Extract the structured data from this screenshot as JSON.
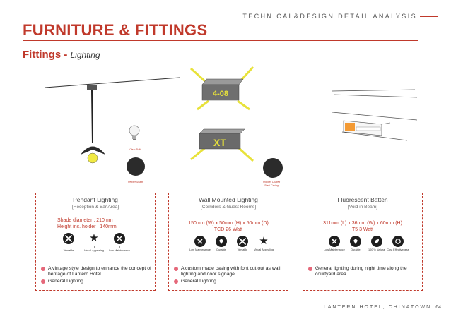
{
  "header": {
    "tag": "TECHNICAL&DESIGN DETAIL ANALYSIS",
    "title": "FURNITURE & FITTINGS"
  },
  "subtitle": {
    "main": "Fittings - ",
    "sub": "Lighting"
  },
  "illustration": {
    "bulb_caption": "Clear Bulb",
    "shade_caption": "Pewter Shade",
    "casing_caption_1": "Powder Coated",
    "casing_caption_2": "Steel Casing",
    "sign_number": "4-08",
    "sign_letters": "XT"
  },
  "cards": [
    {
      "title": "Pendant Lighting",
      "subtitle": "[Reception & Bar Area]",
      "spec1": "Shade diameter : 210mm",
      "spec2": "Height inc. holder : 140mm",
      "icons": [
        {
          "icon": "tools-icon",
          "label": "Versatile"
        },
        {
          "icon": "star-icon",
          "label": "Visual Appealing"
        },
        {
          "icon": "low-maintenance-icon",
          "label": "Low Maintenance"
        }
      ],
      "bullet1": "A vintage style design to enhance the concept of heritage of Lantern Hotel",
      "bullet2": "General Lighting"
    },
    {
      "title": "Wall Mounted Lighting",
      "subtitle": "[Corridors & Guest Rooms]",
      "spec1": "150mm (W) x 50mm (H) x 50mm (D)",
      "spec2": "TCD 26 Watt",
      "icons": [
        {
          "icon": "low-maintenance-icon",
          "label": "Low Maintenance"
        },
        {
          "icon": "diamond-icon",
          "label": "Durable"
        },
        {
          "icon": "tools-icon",
          "label": "Versatile"
        },
        {
          "icon": "star-icon",
          "label": "Visual Appealing"
        }
      ],
      "bullet1": "A custom made casing with font cut out as wall lighting and door signage.",
      "bullet2": "General Lighting"
    },
    {
      "title": "Fluorescent Batten",
      "subtitle": "[Void in Beam]",
      "spec1": "311mm (L) x 36mm (W) x 60mm (H)",
      "spec2": "T5 3 Watt",
      "icons": [
        {
          "icon": "low-maintenance-icon",
          "label": "Low Maintenance"
        },
        {
          "icon": "diamond-icon",
          "label": "Durable"
        },
        {
          "icon": "leaf-icon",
          "label": "100 % Natural"
        },
        {
          "icon": "coin-icon",
          "label": "Cost Effectiveness"
        }
      ],
      "bullet1": "General lighting during night time along the courtyard area",
      "bullet2": ""
    }
  ],
  "footer": {
    "text": "LANTERN HOTEL, CHINATOWN",
    "page": "64"
  }
}
